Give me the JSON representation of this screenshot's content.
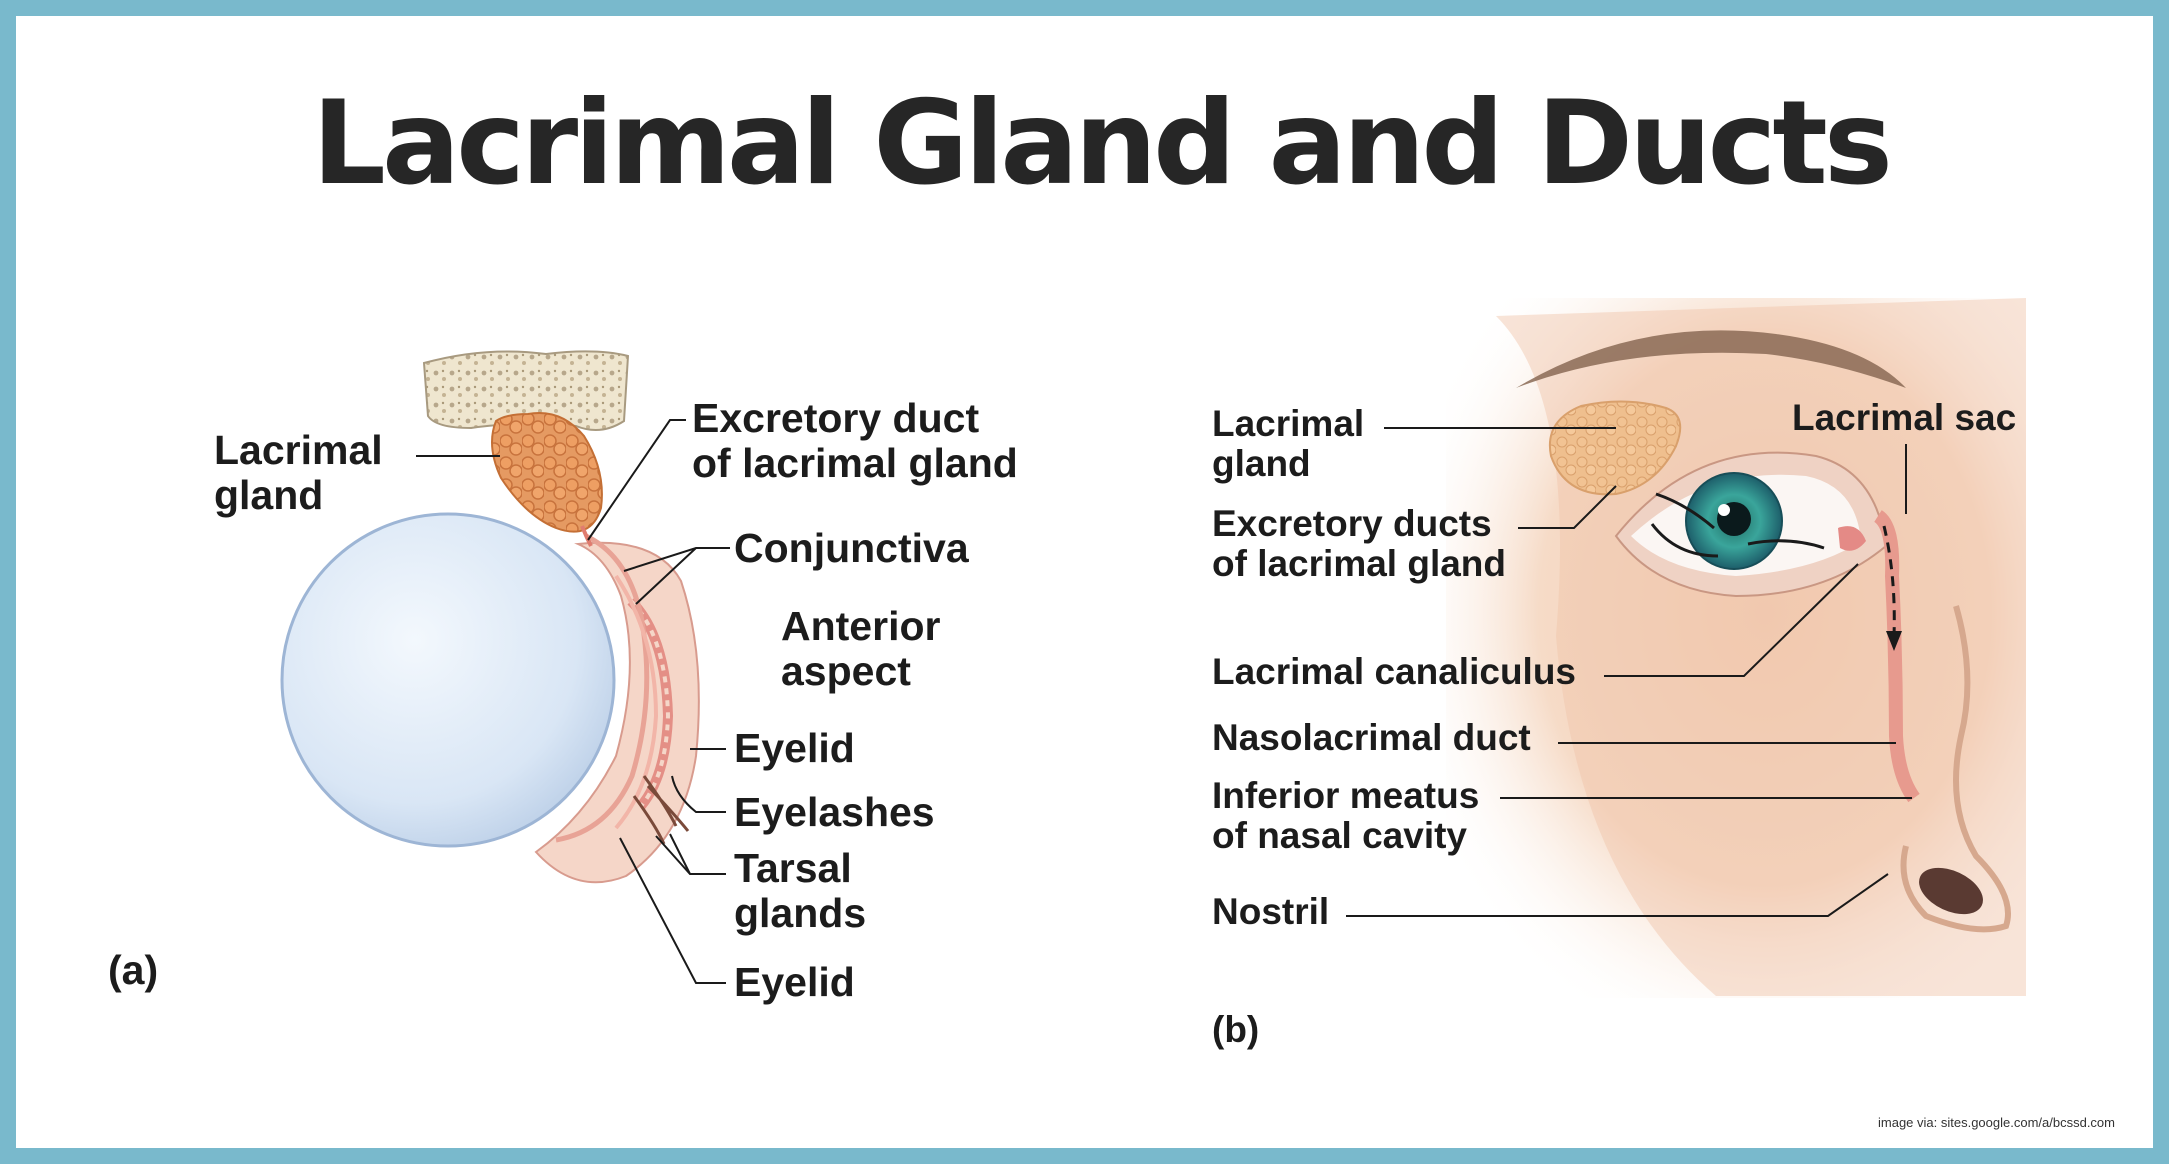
{
  "title": "Lacrimal Gland and Ducts",
  "colors": {
    "frame": "#79b9cc",
    "title": "#262626",
    "label": "#1c1c1c",
    "leader": "#1a1a1a"
  },
  "panel_a": {
    "letter": "(a)",
    "labels": {
      "lacrimal_gland": [
        "Lacrimal",
        "gland"
      ],
      "excretory_duct": [
        "Excretory duct",
        "of lacrimal gland"
      ],
      "conjunctiva": "Conjunctiva",
      "anterior_aspect": [
        "Anterior",
        "aspect"
      ],
      "eyelid_upper": "Eyelid",
      "eyelashes": "Eyelashes",
      "tarsal_glands": [
        "Tarsal",
        "glands"
      ],
      "eyelid_lower": "Eyelid"
    }
  },
  "panel_b": {
    "letter": "(b)",
    "labels": {
      "lacrimal_gland": [
        "Lacrimal",
        "gland"
      ],
      "lacrimal_sac": "Lacrimal sac",
      "excretory_ducts": [
        "Excretory ducts",
        "of lacrimal gland"
      ],
      "lacrimal_canaliculus": "Lacrimal canaliculus",
      "nasolacrimal_duct": "Nasolacrimal duct",
      "inferior_meatus": [
        "Inferior meatus",
        "of nasal cavity"
      ],
      "nostril": "Nostril"
    }
  },
  "credit": "image via: sites.google.com/a/bcssd.com"
}
